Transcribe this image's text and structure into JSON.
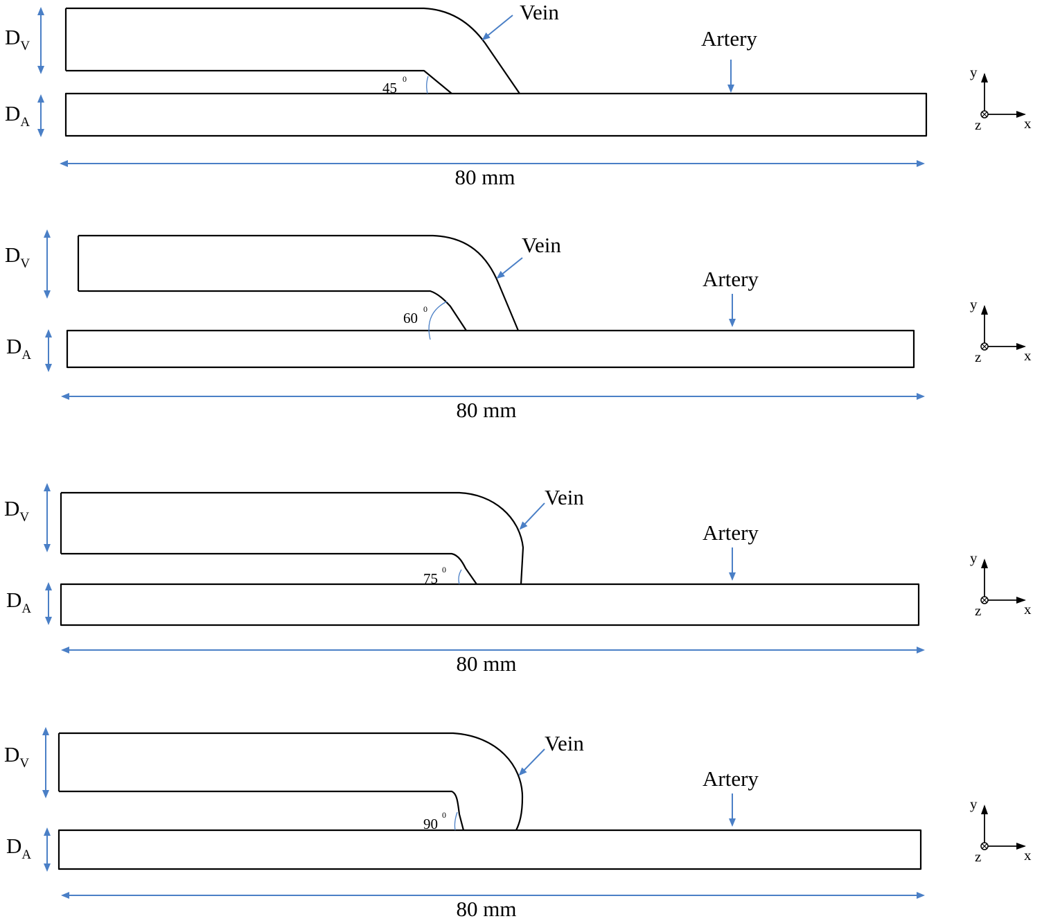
{
  "colors": {
    "outline": "#000000",
    "arrow": "#4a7fc6",
    "text": "#000000"
  },
  "labels": {
    "vein": "Vein",
    "artery": "Artery",
    "length": "80 mm",
    "d": "D",
    "v_sub": "V",
    "a_sub": "A",
    "degree": "0"
  },
  "axes": {
    "y": "y",
    "x": "x",
    "z": "z"
  },
  "panels": [
    {
      "id": "p45",
      "angle": "45"
    },
    {
      "id": "p60",
      "angle": "60"
    },
    {
      "id": "p75",
      "angle": "75"
    },
    {
      "id": "p90",
      "angle": "90"
    }
  ]
}
